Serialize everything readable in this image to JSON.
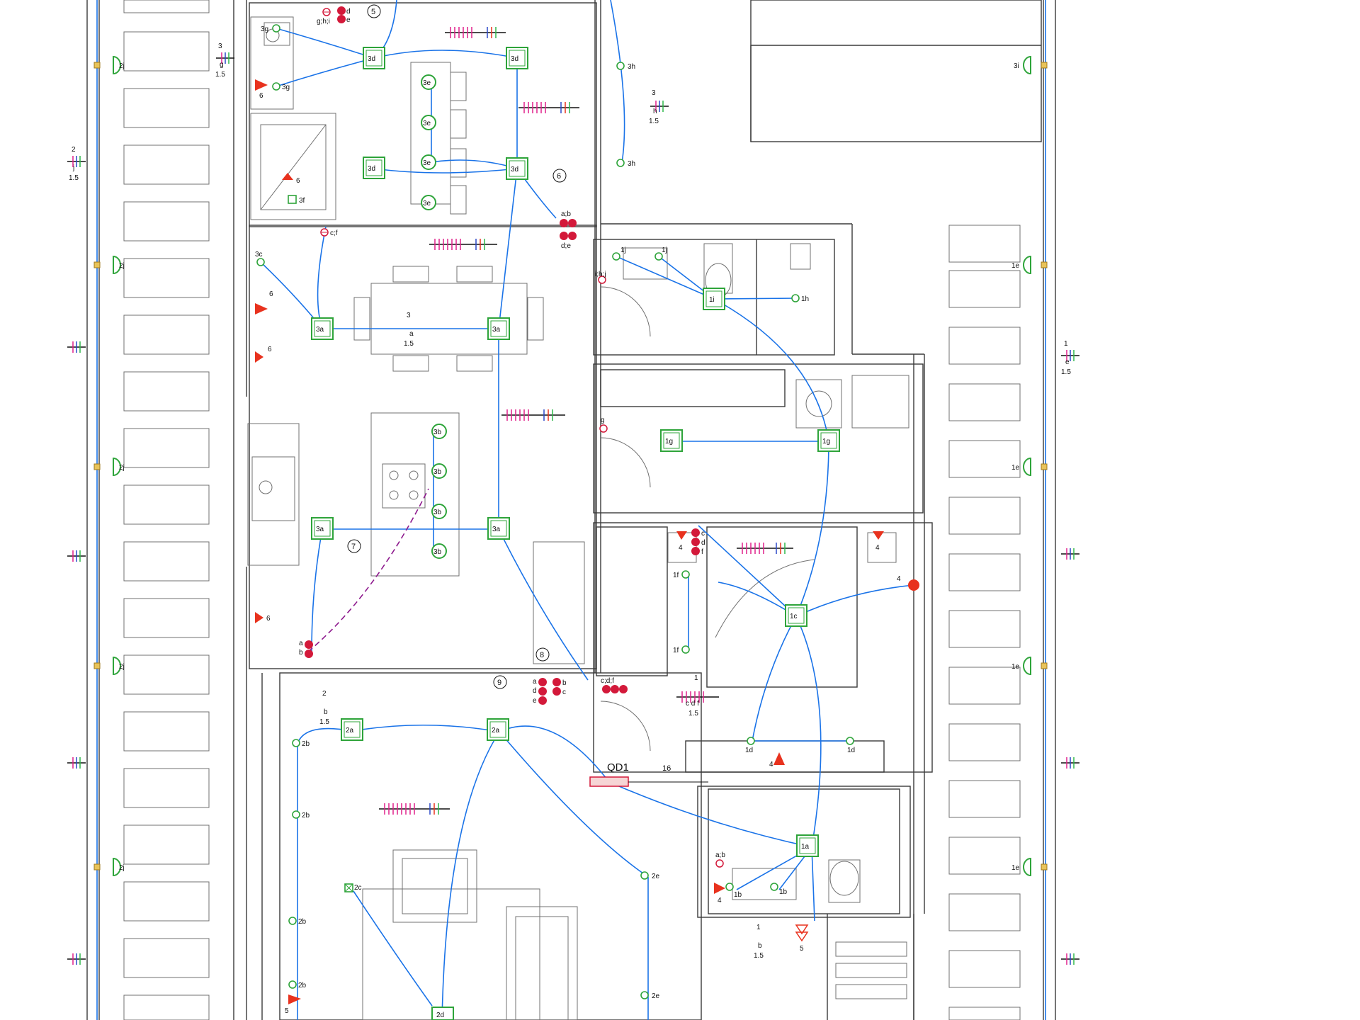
{
  "board": {
    "label": "QD1",
    "count": "16"
  },
  "colors": {
    "wire": "#1a73e8",
    "phase": "#e0218a",
    "neutral": "#2a48c9",
    "ground": "#2fb84a",
    "light": "#2ea43a",
    "socket": "#e8321e",
    "switch": "#d3193a",
    "box": "#d8a531"
  },
  "circuits": [
    {
      "n": "5"
    },
    {
      "n": "6"
    },
    {
      "n": "7"
    },
    {
      "n": "8"
    },
    {
      "n": "9"
    }
  ],
  "luminaires": [
    {
      "id": "3d",
      "k": "a"
    },
    {
      "id": "3d",
      "k": "b"
    },
    {
      "id": "3d",
      "k": "c"
    },
    {
      "id": "3d",
      "k": "d"
    },
    {
      "id": "3a",
      "k": "a"
    },
    {
      "id": "3a",
      "k": "b"
    },
    {
      "id": "3a",
      "k": "c"
    },
    {
      "id": "3a",
      "k": "d"
    },
    {
      "id": "1i",
      "k": "a"
    },
    {
      "id": "1g",
      "k": "a"
    },
    {
      "id": "1g",
      "k": "b"
    },
    {
      "id": "1c",
      "k": "a"
    },
    {
      "id": "2a",
      "k": "a"
    },
    {
      "id": "2a",
      "k": "b"
    },
    {
      "id": "1a",
      "k": "a"
    },
    {
      "id": "2d",
      "k": "a"
    }
  ],
  "points": [
    {
      "id": "3g",
      "k": "a"
    },
    {
      "id": "3g",
      "k": "b"
    },
    {
      "id": "3h",
      "k": "a"
    },
    {
      "id": "3h",
      "k": "b"
    },
    {
      "id": "3c",
      "k": "a"
    },
    {
      "id": "1j",
      "k": "a"
    },
    {
      "id": "1j",
      "k": "b"
    },
    {
      "id": "1h",
      "k": "a"
    },
    {
      "id": "1f",
      "k": "a"
    },
    {
      "id": "1f",
      "k": "b"
    },
    {
      "id": "2b",
      "k": "a"
    },
    {
      "id": "2b",
      "k": "b"
    },
    {
      "id": "2b",
      "k": "c"
    },
    {
      "id": "2b",
      "k": "d"
    },
    {
      "id": "1d",
      "k": "a"
    },
    {
      "id": "1d",
      "k": "b"
    },
    {
      "id": "2e",
      "k": "a"
    },
    {
      "id": "2e",
      "k": "b"
    },
    {
      "id": "1b",
      "k": "a"
    },
    {
      "id": "1b",
      "k": "b"
    }
  ],
  "spots": [
    {
      "id": "3e"
    },
    {
      "id": "3e"
    },
    {
      "id": "3e"
    },
    {
      "id": "3e"
    },
    {
      "id": "3b"
    },
    {
      "id": "3b"
    },
    {
      "id": "3b"
    },
    {
      "id": "3b"
    }
  ],
  "appliques": [
    {
      "id": "2j"
    },
    {
      "id": "2j"
    },
    {
      "id": "2j"
    },
    {
      "id": "2j"
    },
    {
      "id": "2j"
    },
    {
      "id": "3i"
    },
    {
      "id": "1e"
    },
    {
      "id": "1e"
    },
    {
      "id": "1e"
    },
    {
      "id": "1e"
    }
  ],
  "switches": [
    {
      "t": "g;h;i"
    },
    {
      "t": "c;f"
    },
    {
      "t": "a;b"
    },
    {
      "t": "d;e"
    },
    {
      "t": "i;h;j"
    },
    {
      "t": "g"
    },
    {
      "t": "c"
    },
    {
      "t": "d"
    },
    {
      "t": "f"
    },
    {
      "t": "a"
    },
    {
      "t": "b"
    },
    {
      "t": "c;d;f"
    },
    {
      "t": "a"
    },
    {
      "t": "d"
    },
    {
      "t": "e"
    },
    {
      "t": "b"
    },
    {
      "t": "c"
    },
    {
      "t": "a;b"
    },
    {
      "t": "d"
    },
    {
      "t": "e"
    }
  ],
  "sockets": [
    {
      "n": "6"
    },
    {
      "n": "6"
    },
    {
      "n": "6"
    },
    {
      "n": "6"
    },
    {
      "n": "6"
    },
    {
      "n": "4"
    },
    {
      "n": "4"
    },
    {
      "n": "4"
    },
    {
      "n": "4"
    },
    {
      "n": "4"
    },
    {
      "n": "5"
    },
    {
      "n": "5"
    }
  ],
  "extras": [
    {
      "id": "3f"
    },
    {
      "id": "2c"
    }
  ],
  "annotations": [
    {
      "top": "3",
      "mid": "g",
      "bot": "1.5"
    },
    {
      "top": "3",
      "mid": "h",
      "bot": "1.5"
    },
    {
      "top": "2",
      "mid": "j",
      "bot": "1.5"
    },
    {
      "top": "1",
      "mid": "e",
      "bot": "1.5"
    },
    {
      "top": "3",
      "mid": "a",
      "bot": "1.5"
    },
    {
      "top": "1",
      "mid": "c d f",
      "bot": "1.5"
    },
    {
      "top": "2",
      "mid": "b",
      "bot": "1.5"
    },
    {
      "top": "1",
      "mid": "b",
      "bot": "1.5"
    }
  ]
}
